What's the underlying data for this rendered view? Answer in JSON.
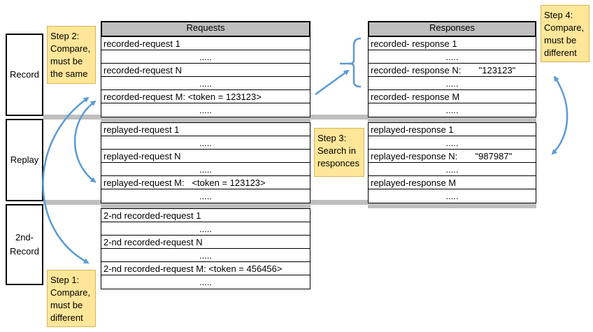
{
  "phases": {
    "record": "Record",
    "replay": "Replay",
    "second_record_line1": "2nd-",
    "second_record_line2": "Record"
  },
  "requests": {
    "header": "Requests",
    "record": [
      "recorded-request 1",
      ".....",
      "recorded-request N",
      ".....",
      "recorded-request M: <token = 123123>",
      "....."
    ],
    "replay": [
      "replayed-request 1",
      ".....",
      "replayed-request N",
      ".....",
      "replayed-request M:   <token = 123123>",
      "....."
    ],
    "second": [
      "2-nd recorded-request 1",
      ".....",
      "2-nd recorded-request N",
      ".....",
      "2-nd recorded-request M: <token = 456456>",
      "....."
    ]
  },
  "responses": {
    "header": "Responses",
    "record": [
      "recorded- response 1",
      ".....",
      "recorded- response N:       \"123123\"",
      ".....",
      "recorded- response M",
      "....."
    ],
    "replay": [
      "replayed-response 1",
      ".....",
      "replayed-response N:       \"987987\"",
      ".....",
      "replayed-response M",
      "....."
    ]
  },
  "steps": {
    "step1": [
      "Step 1:",
      "Compare,",
      "must be",
      "different"
    ],
    "step2": [
      "Step 2:",
      "Compare,",
      "must be",
      "the same"
    ],
    "step3": [
      "Step 3:",
      "Search in",
      "responces"
    ],
    "step4": [
      "Step 4:",
      "Compare,",
      "must be",
      "different"
    ]
  },
  "colors": {
    "arrow": "#5b9bd5",
    "note_fill": "#ffe699",
    "header_fill": "#bfbfbf"
  }
}
